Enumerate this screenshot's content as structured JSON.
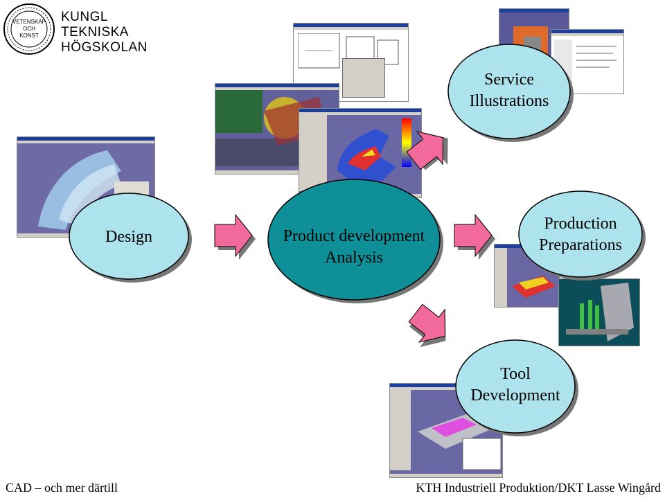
{
  "logo": {
    "seal_lines": [
      "VETENSKAP",
      "OCH",
      "KONST"
    ],
    "name_lines": [
      "KUNGL",
      "TEKNISKA",
      "HÖGSKOLAN"
    ]
  },
  "nodes": {
    "design": "Design",
    "product_dev_line1": "Product development",
    "product_dev_line2": "Analysis",
    "service_line1": "Service",
    "service_line2": "Illustrations",
    "production_line1": "Production",
    "production_line2": "Preparations",
    "tool_line1": "Tool",
    "tool_line2": "Development"
  },
  "footer": {
    "left": "CAD – och mer därtill",
    "right": "KTH Industriell Produktion/DKT Lasse Wingård"
  },
  "colors": {
    "ellipse_light": "#ade3ec",
    "ellipse_teal": "#0f9098",
    "arrow_pink": "#f26a9c",
    "shadow": "#777777"
  }
}
